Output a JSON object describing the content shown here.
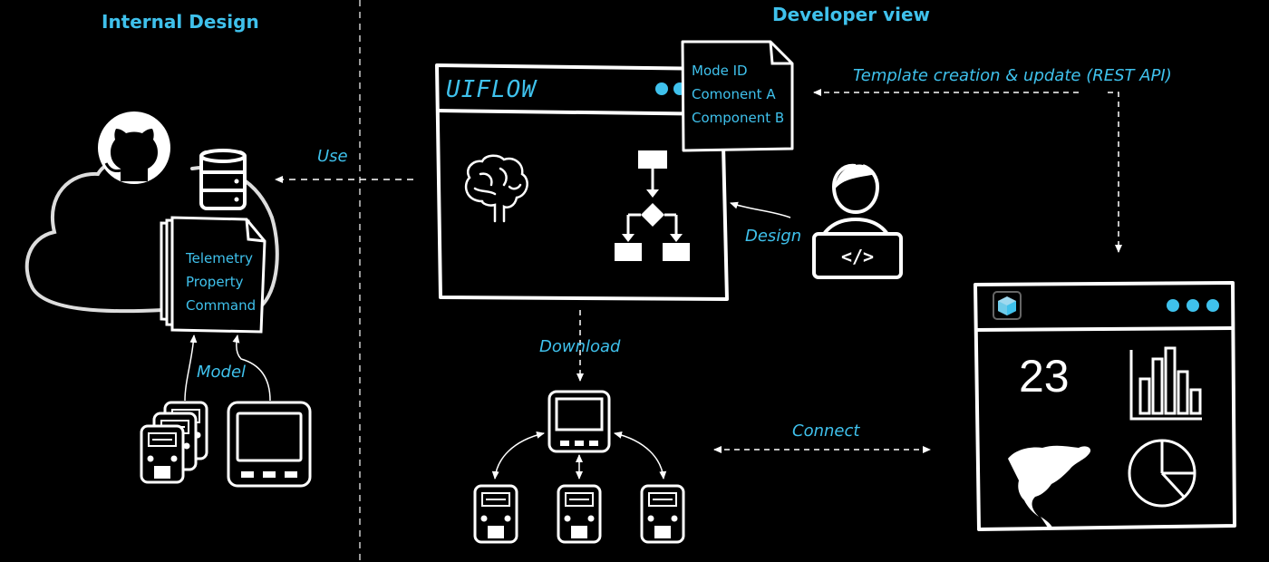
{
  "sections": {
    "left_title": "Internal Design",
    "right_title": "Developer view"
  },
  "cloud_doc": {
    "lines": [
      "Telemetry",
      "Property",
      "Command"
    ]
  },
  "uiflow": {
    "brand": "UIFLOW",
    "note_lines": [
      "Mode ID",
      "Comonent A",
      "Component B"
    ]
  },
  "labels": {
    "use": "Use",
    "model": "Model",
    "design": "Design",
    "download": "Download",
    "connect": "Connect",
    "template": "Template creation & update (REST API)"
  },
  "dashboard": {
    "value": "23"
  },
  "colors": {
    "accent": "#3fc1ec",
    "background": "#000000",
    "stroke": "#ffffff"
  },
  "icons": [
    "github-icon",
    "database-icon",
    "brain-icon",
    "flowchart-icon",
    "developer-laptop-icon",
    "azure-iot-icon",
    "bar-chart-icon",
    "world-map-icon",
    "pie-chart-icon",
    "device-icon"
  ]
}
